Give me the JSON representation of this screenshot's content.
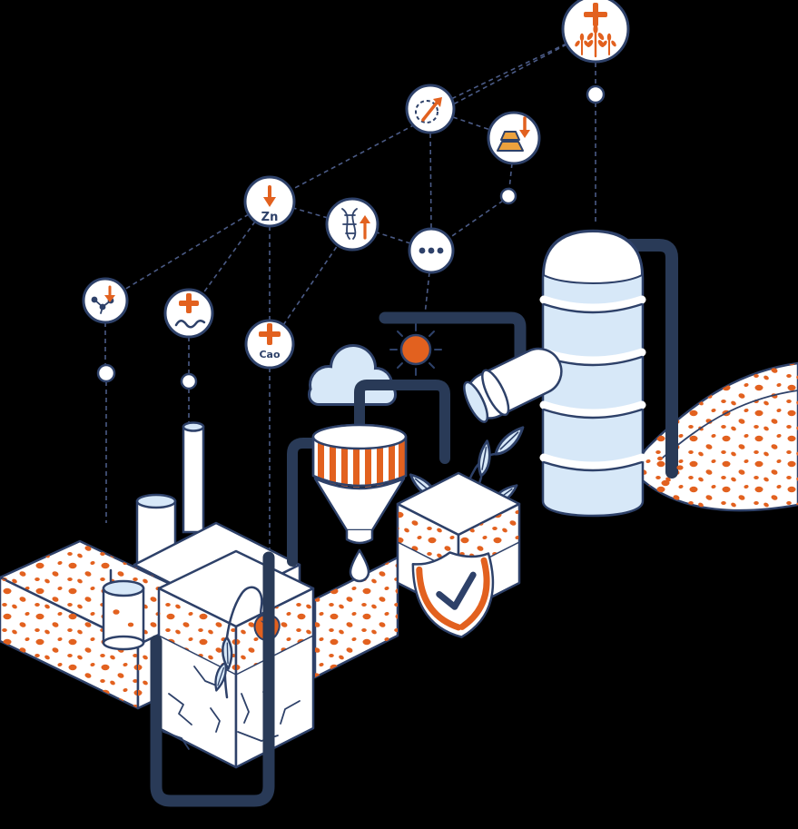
{
  "illustration": {
    "title": "soil-enrichment-process-illustration",
    "background_color": "#000000",
    "palette": {
      "navy": "#2e4169",
      "pipe_navy": "#293a57",
      "orange": "#e2611f",
      "gold": "#eda23d",
      "light_blue": "#d7e8f8",
      "white": "#ffffff",
      "dash_line": "#4a5a85"
    },
    "badges": [
      {
        "icon": "wheat-plus-icon"
      },
      {
        "icon": "cycle-up-icon"
      },
      {
        "icon": "gold-bars-down-icon"
      },
      {
        "icon": "zinc-down-icon",
        "label": "Zn"
      },
      {
        "icon": "dna-up-icon"
      },
      {
        "icon": "ellipsis-icon"
      },
      {
        "icon": "molecule-down-icon"
      },
      {
        "icon": "worm-plus-icon"
      },
      {
        "icon": "calcium-plus-icon",
        "label": "Cao"
      }
    ],
    "scene_elements": [
      "factory-icon",
      "chimney-icon",
      "storage-silo-icon",
      "pipe-network-icon",
      "funnel-icon",
      "water-droplet-icon",
      "cloud-icon",
      "sun-icon",
      "soil-block-healthy-icon",
      "soil-block-cracked-icon",
      "soil-mound-granules-icon",
      "plant-sprout-icon",
      "wilted-plant-icon",
      "shield-check-icon",
      "barrel-icon",
      "pump-icon"
    ]
  }
}
